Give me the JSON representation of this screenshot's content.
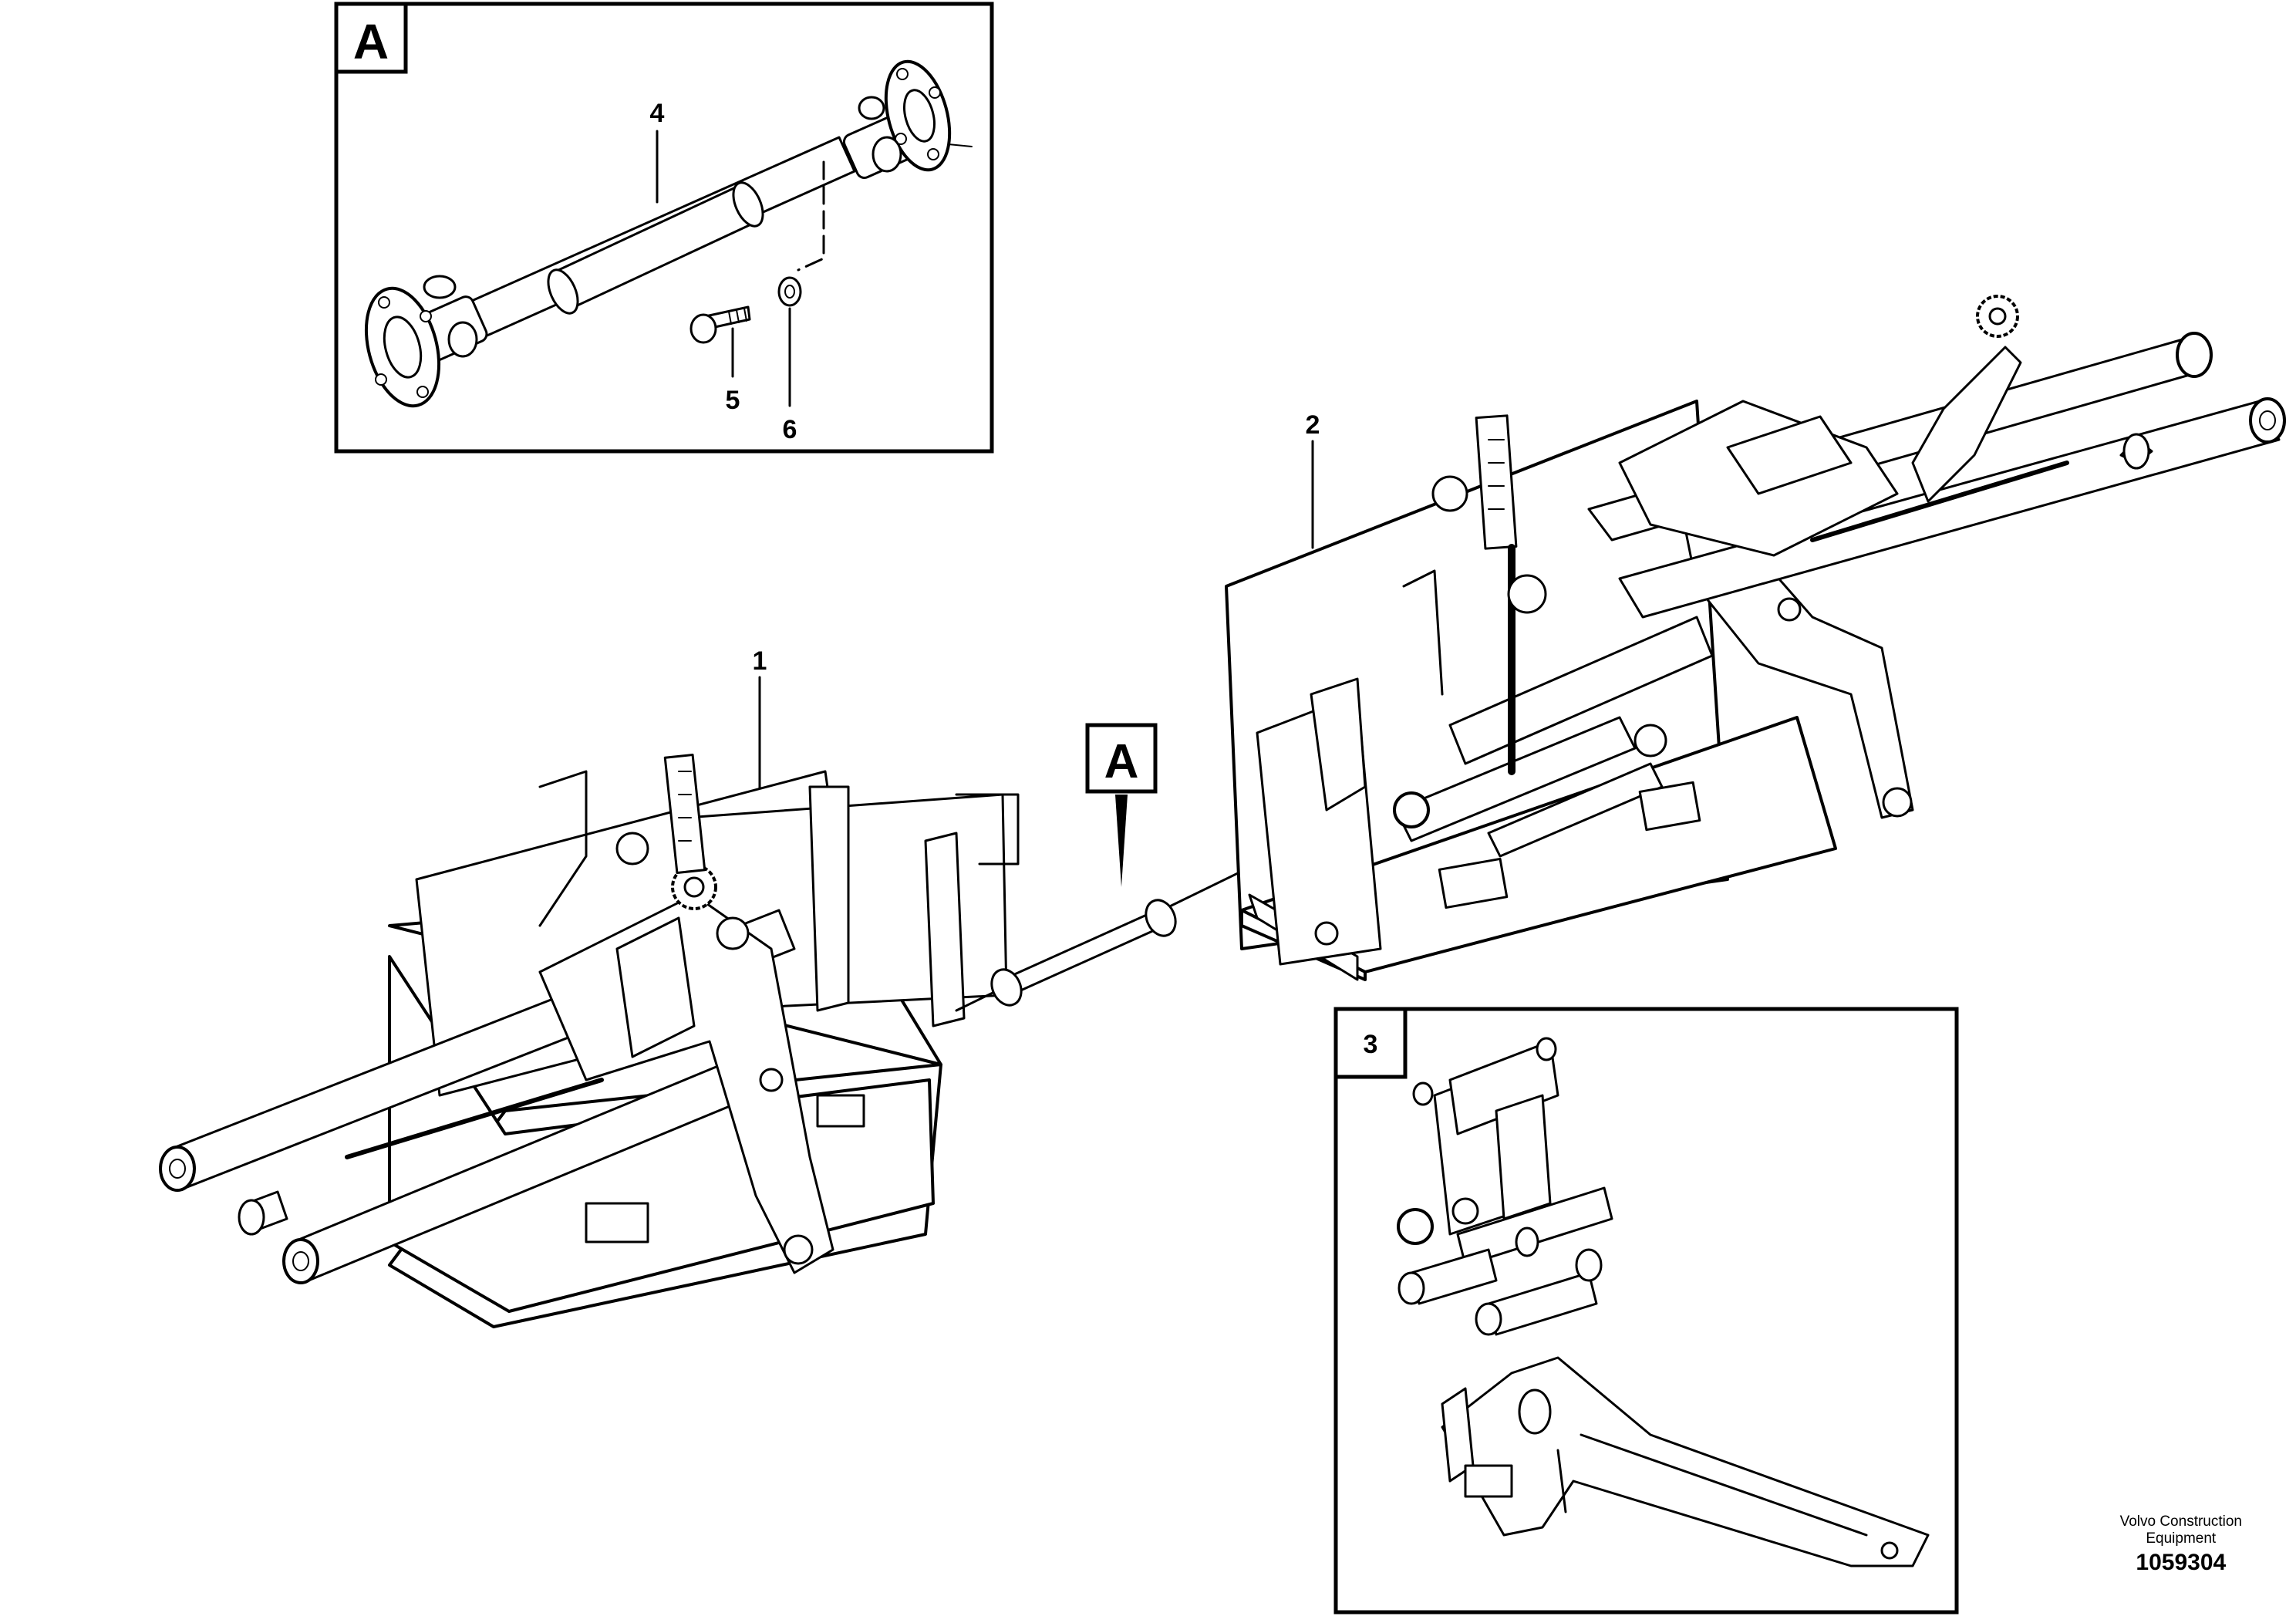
{
  "inset_a": {
    "label": "A",
    "callouts": {
      "shaft": "4",
      "bolt": "5",
      "washer": "6"
    }
  },
  "main": {
    "callouts": {
      "frame_left": "1",
      "frame_right": "2"
    },
    "detail_marker": "A"
  },
  "inset_3": {
    "label": "3"
  },
  "credit": {
    "line1": "Volvo Construction",
    "line2": "Equipment",
    "id": "1059304"
  },
  "colors": {
    "ink": "#000000",
    "paper": "#ffffff"
  }
}
